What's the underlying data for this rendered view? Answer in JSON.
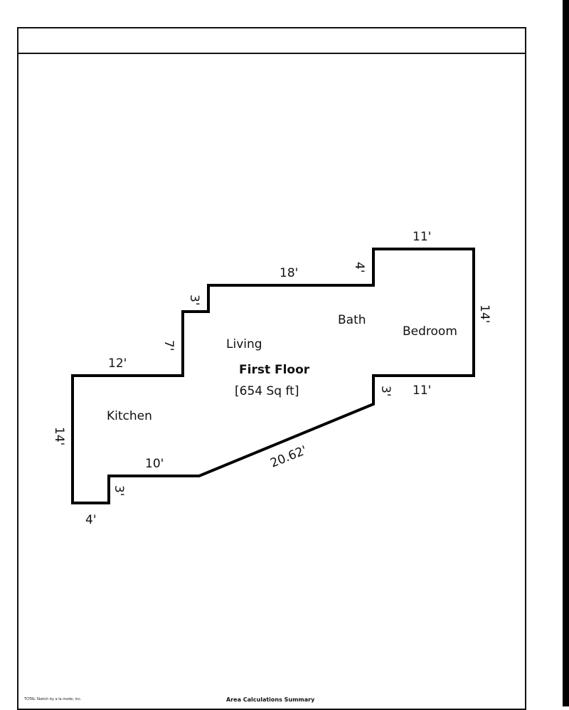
{
  "plan": {
    "title": "First Floor",
    "area": "[654 Sq ft]",
    "rooms": [
      "Living",
      "Bath",
      "Bedroom",
      "Kitchen"
    ],
    "dimensions": {
      "top_bedroom": "11'",
      "right_bedroom": "14'",
      "bottom_bedroom": "11'",
      "bath_step": "4'",
      "top_living": "18'",
      "small_step": "3'",
      "living_left": "7'",
      "kitchen_top": "12'",
      "kitchen_left": "14'",
      "kitchen_bottom": "10'",
      "notch_vertical": "3'",
      "notch_bottom": "4'",
      "diagonal": "20.62'",
      "bedroom_step": "3'"
    }
  },
  "footer": {
    "software": "TOTAL Sketch by a la mode, inc.",
    "section": "Area Calculations Summary"
  }
}
